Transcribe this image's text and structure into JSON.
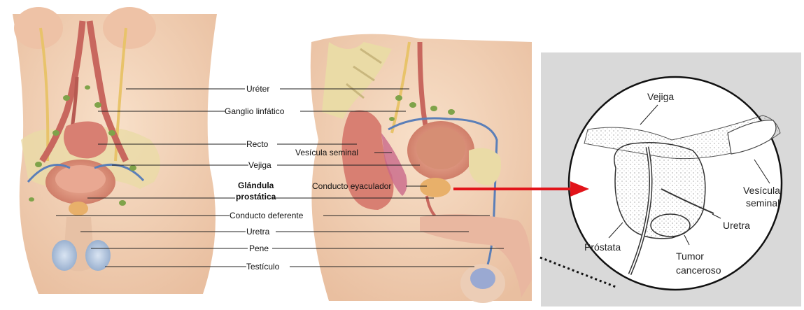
{
  "labels": {
    "ureter": "Uréter",
    "lymph_node": "Ganglio linfático",
    "rectum": "Recto",
    "seminal_vesicle": "Vesícula seminal",
    "bladder": "Vejiga",
    "prostate_gland_line1": "Glándula",
    "prostate_gland_line2": "prostática",
    "ejaculatory_duct": "Conducto eyaculador",
    "vas_deferens": "Conducto deferente",
    "urethra": "Uretra",
    "penis": "Pene",
    "testicle": "Testículo"
  },
  "zoom_labels": {
    "bladder": "Vejiga",
    "seminal_vesicle_line1": "Vesícula",
    "seminal_vesicle_line2": "seminal",
    "urethra": "Uretra",
    "prostate": "Próstata",
    "tumor_line1": "Tumor",
    "tumor_line2": "canceroso"
  },
  "colors": {
    "skin": "#f3d3b8",
    "muscle": "#c8675e",
    "bladder": "#e7a48a",
    "bone": "#eadba6",
    "lymph": "#7fa34a",
    "vessel_blue": "#5b7fb8",
    "ureter_yellow": "#e8c36a",
    "arrow": "#e2141a",
    "zoom_panel": "#d9d9d9"
  }
}
